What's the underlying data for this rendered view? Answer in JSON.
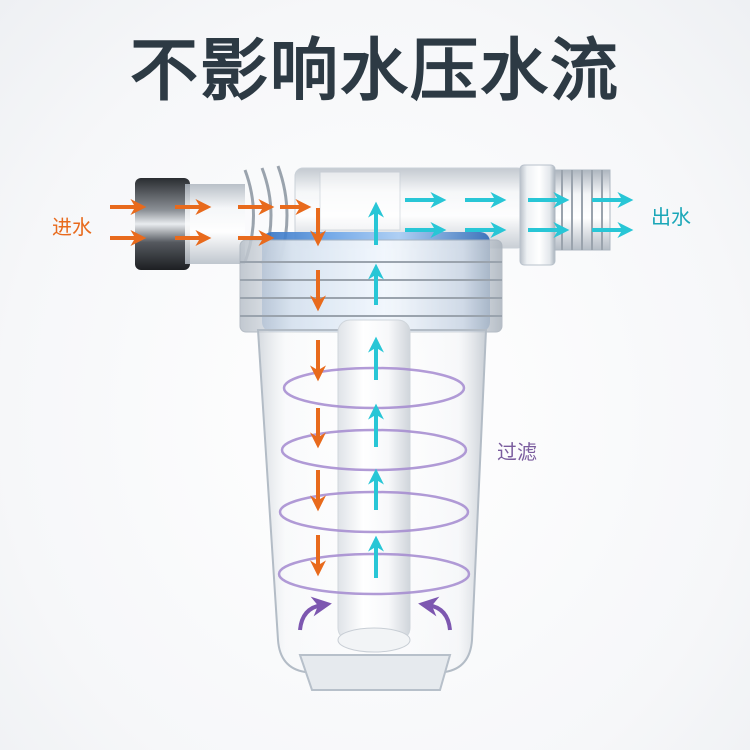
{
  "title": "不影响水压水流",
  "labels": {
    "water_in": "进水",
    "water_out": "出水",
    "filter": "过滤"
  },
  "colors": {
    "title": "#2d3a44",
    "inflow_arrows": "#e86a1c",
    "outflow_arrows": "#28c6d6",
    "filter_rings": "#8a68b6",
    "seal_ring": "#3f86d6"
  }
}
